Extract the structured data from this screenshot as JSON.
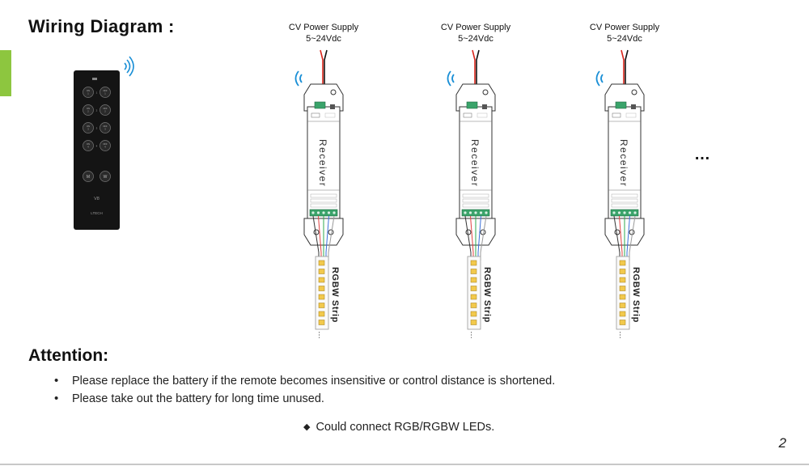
{
  "heading": "Wiring Diagram :",
  "accent_color": "#8dc63f",
  "remote": {
    "zone_buttons": [
      {
        "on": "ON\n1",
        "off": "OFF\n1"
      },
      {
        "on": "ON\n2",
        "off": "OFF\n2"
      },
      {
        "on": "ON\n3",
        "off": "OFF\n3"
      },
      {
        "on": "ON\n4",
        "off": "OFF\n4"
      }
    ],
    "bottom_buttons": [
      "M",
      "W"
    ],
    "model": "V8",
    "brand": "LTECH",
    "icon": "wifi-signal-icon"
  },
  "receivers": [
    {
      "psu_title": "CV Power Supply",
      "psu_voltage": "5~24Vdc",
      "body_label": "Receiver",
      "strip_label": "RGBW Strip",
      "strip_more": "…"
    },
    {
      "psu_title": "CV Power Supply",
      "psu_voltage": "5~24Vdc",
      "body_label": "Receiver",
      "strip_label": "RGBW Strip",
      "strip_more": "…"
    },
    {
      "psu_title": "CV Power Supply",
      "psu_voltage": "5~24Vdc",
      "body_label": "Receiver",
      "strip_label": "RGBW Strip",
      "strip_more": "…"
    }
  ],
  "more_receivers": "…",
  "attention": {
    "title": "Attention:",
    "bullets": [
      "Please replace the battery if the remote becomes insensitive or control distance is shortened.",
      "Please take out the battery for long time unused."
    ]
  },
  "feature_note": "Could connect RGB/RGBW LEDs.",
  "page_number": "2",
  "colors": {
    "wire_red": "#d9261c",
    "wire_black": "#111111",
    "terminal_green": "#3aa36a",
    "signal_blue": "#1a8fd6",
    "led_yellow": "#f2c94c",
    "remote_body": "#141414"
  }
}
